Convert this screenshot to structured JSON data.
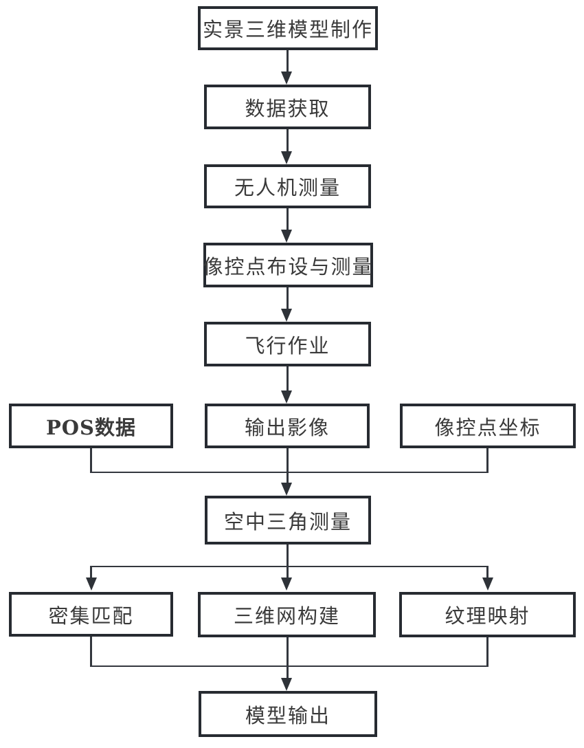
{
  "diagram": {
    "nodes": [
      {
        "id": "model-production",
        "label": "实景三维模型制作",
        "bold": false
      },
      {
        "id": "data-acquisition",
        "label": "数据获取",
        "bold": false
      },
      {
        "id": "uav-survey",
        "label": "无人机测量",
        "bold": false
      },
      {
        "id": "gcp-layout",
        "label": "像控点布设与测量",
        "bold": false
      },
      {
        "id": "flight-operation",
        "label": "飞行作业",
        "bold": false
      },
      {
        "id": "pos-data",
        "label": "POS数据",
        "bold": true
      },
      {
        "id": "output-imagery",
        "label": "输出影像",
        "bold": false
      },
      {
        "id": "gcp-coordinates",
        "label": "像控点坐标",
        "bold": false
      },
      {
        "id": "aerial-triangulation",
        "label": "空中三角测量",
        "bold": false
      },
      {
        "id": "dense-matching",
        "label": "密集匹配",
        "bold": false
      },
      {
        "id": "mesh-construction",
        "label": "三维网构建",
        "bold": false
      },
      {
        "id": "texture-mapping",
        "label": "纹理映射",
        "bold": false
      },
      {
        "id": "model-output",
        "label": "模型输出",
        "bold": false
      }
    ],
    "edges": [
      {
        "from": "model-production",
        "to": "data-acquisition"
      },
      {
        "from": "data-acquisition",
        "to": "uav-survey"
      },
      {
        "from": "uav-survey",
        "to": "gcp-layout"
      },
      {
        "from": "gcp-layout",
        "to": "flight-operation"
      },
      {
        "from": "flight-operation",
        "to": "output-imagery"
      },
      {
        "from": "pos-data",
        "to": "aerial-triangulation"
      },
      {
        "from": "output-imagery",
        "to": "aerial-triangulation"
      },
      {
        "from": "gcp-coordinates",
        "to": "aerial-triangulation"
      },
      {
        "from": "aerial-triangulation",
        "to": "dense-matching"
      },
      {
        "from": "aerial-triangulation",
        "to": "mesh-construction"
      },
      {
        "from": "aerial-triangulation",
        "to": "texture-mapping"
      },
      {
        "from": "dense-matching",
        "to": "model-output"
      },
      {
        "from": "mesh-construction",
        "to": "model-output"
      },
      {
        "from": "texture-mapping",
        "to": "model-output"
      }
    ],
    "colors": {
      "border": "#272b31",
      "line": "#33373e",
      "text": "#3a3a3a",
      "background": "#ffffff"
    }
  }
}
